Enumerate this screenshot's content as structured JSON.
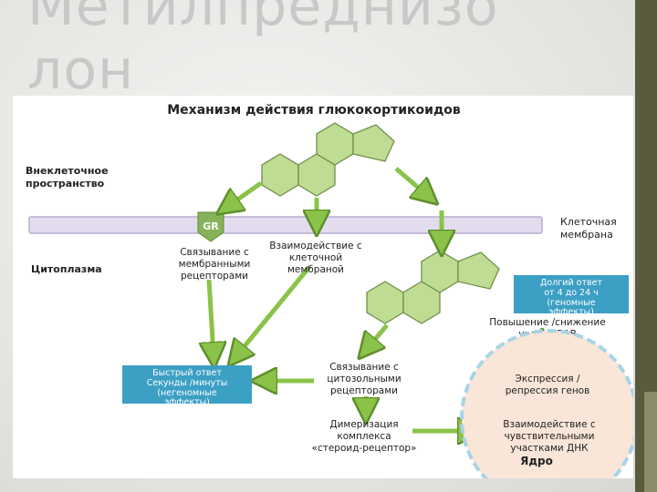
{
  "slide": {
    "title_line1": "Метилпреднизо",
    "title_line2": "лон"
  },
  "diagram": {
    "heading": "Механизм действия глюкокортикоидов",
    "extracellular": [
      "Внеклеточное",
      "пространство"
    ],
    "cell_membrane": [
      "Клеточная",
      "мембрана"
    ],
    "cytoplasm": "Цитоплазма",
    "gr_badge": "GR",
    "membrane_receptor_binding": [
      "Связывание с",
      "мембранными",
      "рецепторами"
    ],
    "membrane_interaction": [
      "Взаимодействие с",
      "клеточной",
      "мембраной"
    ],
    "long_response_box": [
      "Долгий ответ",
      "от 4 до 24 ч",
      "(геномные",
      "эффекты)"
    ],
    "bav_change": [
      "Повышение /снижение",
      "уровня БАВ"
    ],
    "fast_response_box": [
      "Быстрый ответ",
      "Секунды /минуты",
      "(негеномные",
      "эффекты)"
    ],
    "cytosolic_binding": [
      "Связывание с",
      "цитозольными",
      "рецепторами"
    ],
    "dimerization": [
      "Димеризация",
      "комплекса",
      "«стероид-рецептор»"
    ],
    "gene_expression": [
      "Экспрессия /",
      "репрессия генов"
    ],
    "sensitive_sites": [
      "Взаимодействие с",
      "чувствительными",
      "участками ДНК"
    ],
    "nucleus": "Ядро"
  },
  "colors": {
    "arrow": "#8bc34a",
    "arrow_stroke": "#5e8f2c",
    "hexagon_fill": "#bfdc93",
    "hexagon_stroke": "#6f8f4a",
    "membrane_fill": "#e3dcef",
    "membrane_stroke": "#b9acd2",
    "gr_badge": "#86b35a",
    "teal_box": "#3c9fc4",
    "nucleus_fill": "#f9e6d8",
    "nucleus_border": "#a8d4e6"
  }
}
